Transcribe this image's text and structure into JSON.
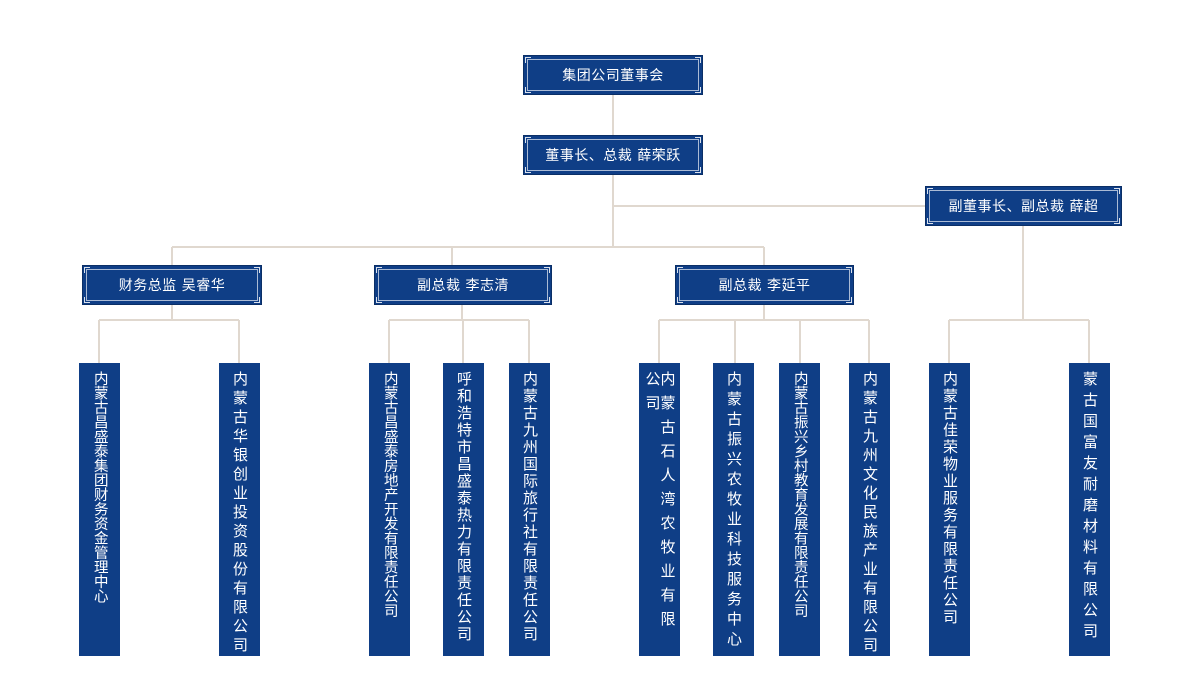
{
  "board": "集团公司董事会",
  "chairman": "董事长、总裁 薛荣跃",
  "vice_chairman": "副董事长、副总裁 薛超",
  "cfo": "财务总监 吴睿华",
  "vp1": "副总裁 李志清",
  "vp2": "副总裁 李延平",
  "units": {
    "u1": "内蒙古昌盛泰集团财务资金管理中心",
    "u2": "内蒙古华银创业投资股份有限公司",
    "u3": "内蒙古昌盛泰房地产开发有限责任公司",
    "u4": "呼和浩特市昌盛泰热力有限责任公司",
    "u5": "内蒙古九州国际旅行社有限责任公司",
    "u6": "内蒙古石人湾农牧业有限公司",
    "u7": "内蒙古振兴农牧业科技服务中心",
    "u8": "内蒙古振兴乡村教育发展有限责任公司",
    "u9": "内蒙古九州文化民族产业有限公司",
    "u10": "内蒙古佳荣物业服务有限责任公司",
    "u11": "蒙古国富友耐磨材料有限公司"
  }
}
